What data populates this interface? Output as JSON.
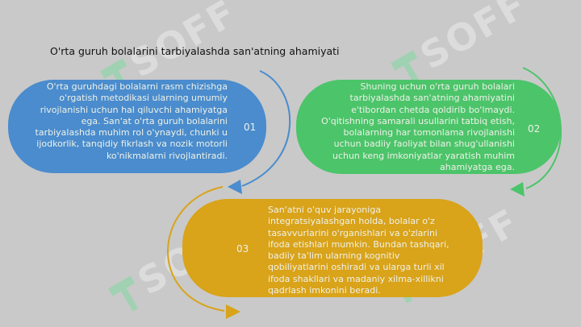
{
  "title": "O'rta guruh bolalarini tarbiyalashda san'atning ahamiyati",
  "watermark": "SOFF",
  "colors": {
    "blue": "#4a8ccd",
    "green": "#4cc46a",
    "yellow": "#d9a31a",
    "background": "#c9c9c9"
  },
  "items": [
    {
      "number": "01",
      "color": "blue",
      "text": "O'rta guruhdagi bolalarni rasm chizishga o'rgatish metodikasi ularning umumiy rivojlanishi uchun hal qiluvchi ahamiyatga ega. San'at o'rta guruh bolalarini tarbiyalashda muhim rol o'ynaydi, chunki u ijodkorlik, tanqidiy fikrlash va nozik motorli ko'nikmalarni rivojlantiradi."
    },
    {
      "number": "02",
      "color": "green",
      "text": "Shuning uchun o'rta guruh bolalari tarbiyalashda san'atning ahamiyatini e'tibordan chetda qoldirib bo'lmaydi. O'qitishning samarali usullarini tatbiq etish, bolalarning har tomonlama rivojlanishi uchun badiiy faoliyat bilan shug'ullanishi uchun keng imkoniyatlar yaratish muhim ahamiyatga ega."
    },
    {
      "number": "03",
      "color": "yellow",
      "text": "San'atni o'quv jarayoniga integratsiyalashgan holda, bolalar o'z tasavvurlarini o'rganishlari va o'zlarini ifoda etishlari mumkin. Bundan tashqari, badiiy ta'lim ularning kognitiv qobiliyatlarini oshiradi va ularga turli xil ifoda shakllari va madaniy xilma-xillikni qadrlash imkonini beradi."
    }
  ]
}
